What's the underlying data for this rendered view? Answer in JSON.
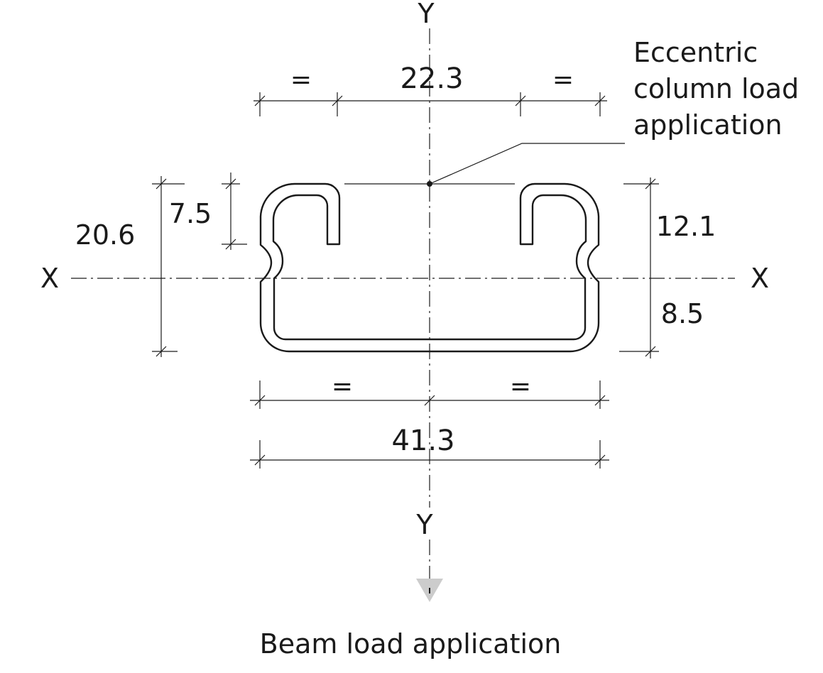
{
  "axes": {
    "y_top": "Y",
    "y_bottom": "Y",
    "x_left": "X",
    "x_right": "X"
  },
  "dimensions": {
    "top_slot_width": "22.3",
    "top_left_equal": "=",
    "top_right_equal": "=",
    "lip_depth": "7.5",
    "total_height": "20.6",
    "upper_to_axis": "12.1",
    "lower_to_axis": "8.5",
    "bottom_left_equal": "=",
    "bottom_right_equal": "=",
    "total_width": "41.3"
  },
  "annotations": {
    "eccentric_line1": "Eccentric",
    "eccentric_line2": "column load",
    "eccentric_line3": "application",
    "beam_load": "Beam load application"
  }
}
